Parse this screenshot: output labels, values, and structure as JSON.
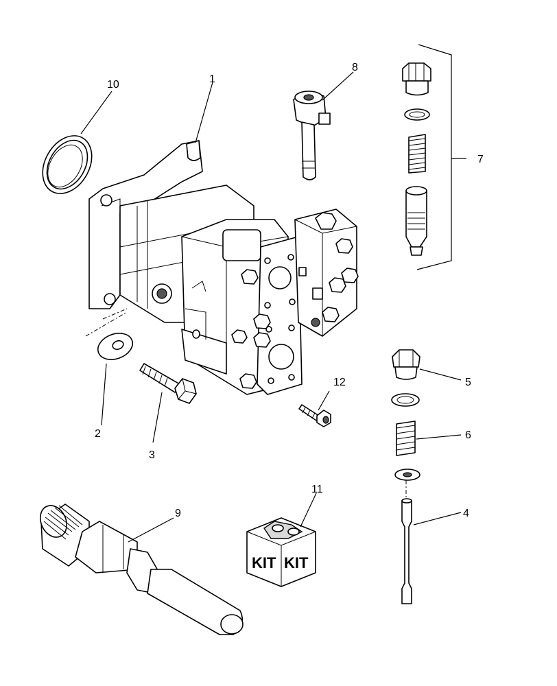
{
  "callouts": {
    "c1": "1",
    "c2": "2",
    "c3": "3",
    "c4": "4",
    "c5": "5",
    "c6": "6",
    "c7": "7",
    "c8": "8",
    "c9": "9",
    "c10": "10",
    "c11": "11",
    "c12": "12"
  },
  "kit": {
    "left_label": "KIT",
    "right_label": "KIT"
  }
}
